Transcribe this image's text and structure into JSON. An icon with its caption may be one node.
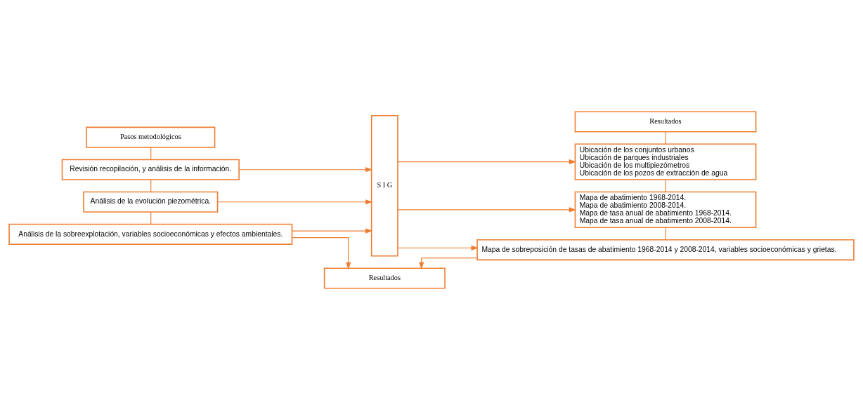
{
  "diagram": {
    "nodes": [
      {
        "text": [
          "Pasos metodológicos"
        ]
      },
      {
        "text": [
          "Revisión recopilación, y análisis de la información."
        ]
      },
      {
        "text": [
          "Análisis de la evolución piezométrica."
        ]
      },
      {
        "text": [
          "Análisis de la sobreexplotación, variables socioeconómicas y efectos ambientales."
        ]
      },
      {
        "text": [
          "S I G"
        ]
      },
      {
        "text": [
          "Resultados"
        ]
      },
      {
        "text": [
          "Ubicación de los conjuntos urbanos",
          "Ubicación de parques industriales",
          "Ubicación de los multipiezómetros",
          "Ubicación de los pozos de extracción de agua"
        ]
      },
      {
        "text": [
          "Mapa de abatimiento 1968-2014.",
          "Mapa de abatimiento 2008-2014.",
          "Mapa de tasa anual de abatimiento 1968-2014.",
          "Mapa de tasa anual de abatimiento 2008-2014."
        ]
      },
      {
        "text": [
          "Mapa de sobreposición de tasas de abatimiento 1968-2014 y 2008-2014, variables socioeconómicas y grietas."
        ]
      },
      {
        "text": [
          "Resultados"
        ]
      }
    ],
    "edges": [
      {
        "from": 0,
        "to": 1,
        "arrow": "none"
      },
      {
        "from": 1,
        "to": 2,
        "arrow": "none"
      },
      {
        "from": 2,
        "to": 3,
        "arrow": "none"
      },
      {
        "from": 1,
        "to": 4,
        "arrow": "to"
      },
      {
        "from": 2,
        "to": 4,
        "arrow": "to"
      },
      {
        "from": 3,
        "to": 4,
        "arrow": "to"
      },
      {
        "from": 4,
        "to": 6,
        "arrow": "to"
      },
      {
        "from": 4,
        "to": 7,
        "arrow": "to"
      },
      {
        "from": 4,
        "to": 8,
        "arrow": "to"
      },
      {
        "from": 5,
        "to": 6,
        "arrow": "none"
      },
      {
        "from": 6,
        "to": 7,
        "arrow": "none"
      },
      {
        "from": 7,
        "to": 8,
        "arrow": "none"
      },
      {
        "from": 3,
        "to": 9,
        "arrow": "to"
      },
      {
        "from": 8,
        "to": 9,
        "arrow": "to"
      }
    ]
  }
}
